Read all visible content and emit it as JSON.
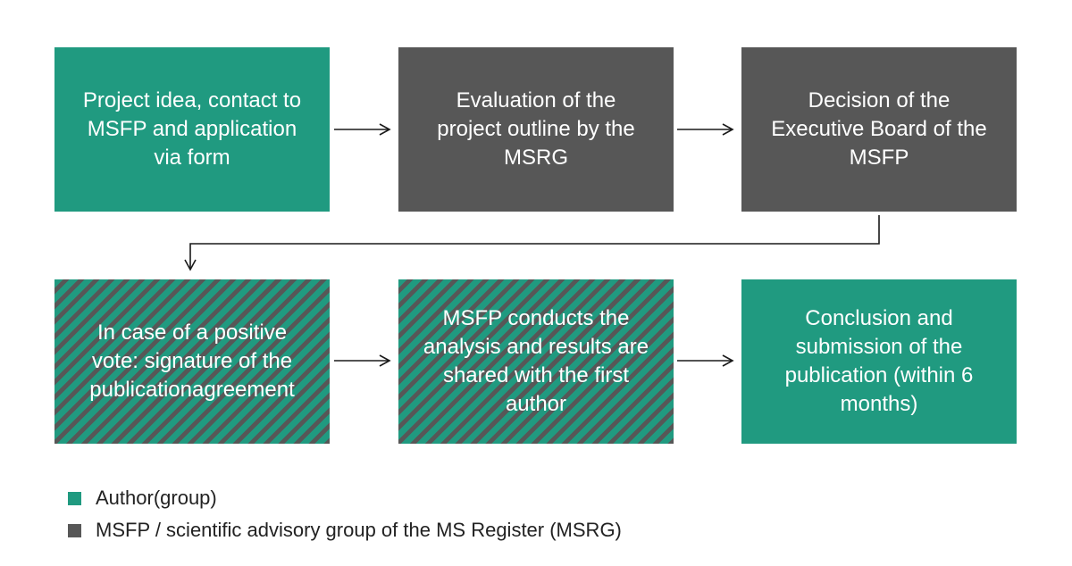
{
  "steps": [
    {
      "text": "Project idea, contact to\nMSFP and application\nvia form",
      "owner": "author"
    },
    {
      "text": "Evaluation of the\nproject outline by the\nMSRG",
      "owner": "msfp"
    },
    {
      "text": "Decision of the\nExecutive Board of the\nMSFP",
      "owner": "msfp"
    },
    {
      "text": "In case of a positive\nvote: signature of the\npublicationagreement",
      "owner": "shared"
    },
    {
      "text": "MSFP conducts the\nanalysis and results are\nshared with the first\nauthor",
      "owner": "shared"
    },
    {
      "text": "Conclusion and\nsubmission of the\npublication (within  6\nmonths)",
      "owner": "author"
    }
  ],
  "legend": {
    "author": "Author(group)",
    "msfp": "MSFP / scientific advisory group of the MS Register (MSRG)"
  },
  "colors": {
    "author": "#209a80",
    "msfp": "#575757",
    "arrow": "#1a1a1a"
  }
}
